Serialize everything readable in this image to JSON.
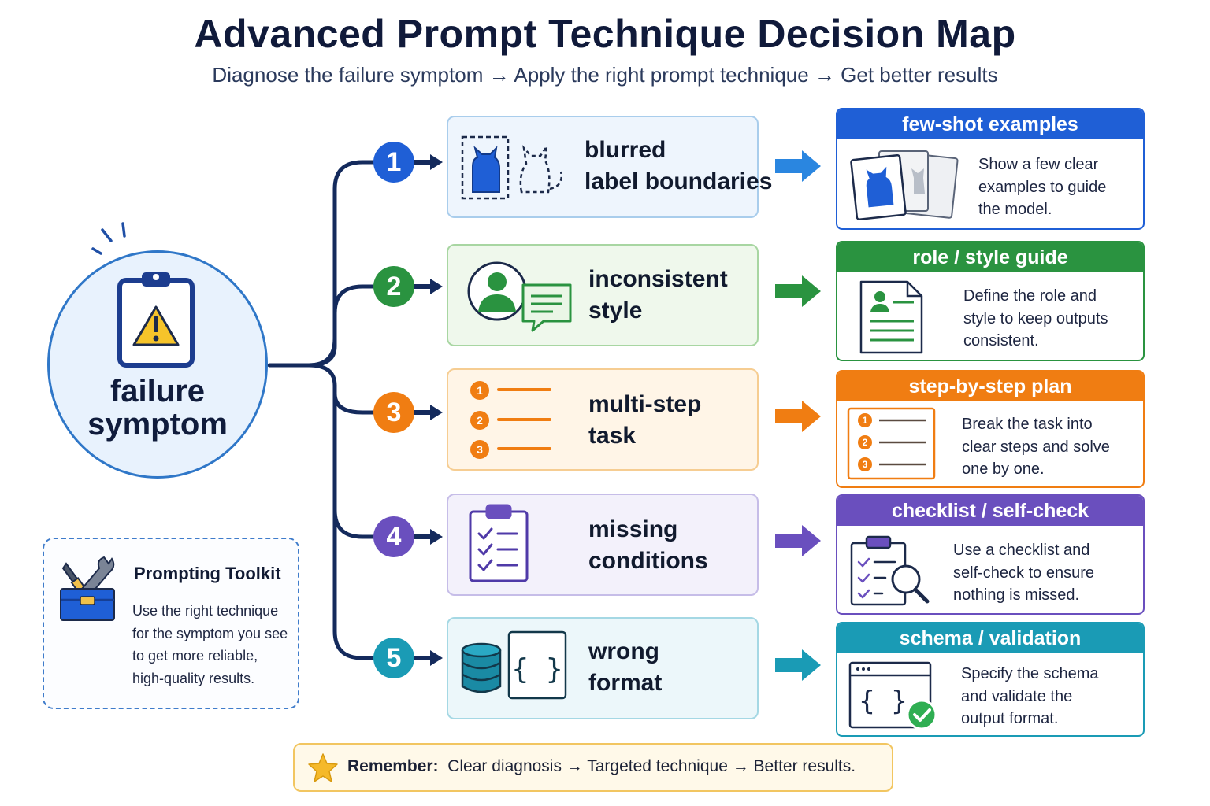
{
  "header": {
    "title": "Advanced Prompt Technique Decision Map",
    "subtitle": "Diagnose the failure symptom → Apply the right prompt technique → Get better results"
  },
  "root": {
    "line1": "failure",
    "line2": "symptom",
    "icon": "clipboard-warning-icon"
  },
  "rows": [
    {
      "number": "1",
      "color": "#1f5fd6",
      "card_bg": "#eef5fd",
      "card_border": "#a9cdec",
      "symptom_line1": "blurred",
      "symptom_line2": "label boundaries",
      "symptom_icon": "cat-boundary-icon",
      "technique": "few-shot examples",
      "technique_icon": "example-cards-icon",
      "desc_line1": "Show a few clear",
      "desc_line2": "examples to guide",
      "desc_line3": "the model."
    },
    {
      "number": "2",
      "color": "#2a9340",
      "card_bg": "#eff8ec",
      "card_border": "#a8d6a2",
      "symptom_line1": "inconsistent",
      "symptom_line2": "style",
      "symptom_icon": "user-chat-icon",
      "technique": "role / style guide",
      "technique_icon": "profile-document-icon",
      "desc_line1": "Define the role and",
      "desc_line2": "style to keep outputs",
      "desc_line3": "consistent."
    },
    {
      "number": "3",
      "color": "#f07d12",
      "card_bg": "#fff5e7",
      "card_border": "#f6cd92",
      "symptom_line1": "multi-step",
      "symptom_line2": "task",
      "symptom_icon": "numbered-list-icon",
      "technique": "step-by-step plan",
      "technique_icon": "numbered-plan-icon",
      "desc_line1": "Break the task into",
      "desc_line2": "clear steps and solve",
      "desc_line3": "one by one."
    },
    {
      "number": "4",
      "color": "#6a4fbe",
      "card_bg": "#f3f1fb",
      "card_border": "#c6bde8",
      "symptom_line1": "missing",
      "symptom_line2": "conditions",
      "symptom_icon": "checklist-icon",
      "technique": "checklist / self-check",
      "technique_icon": "checklist-search-icon",
      "desc_line1": "Use a checklist and",
      "desc_line2": "self-check to ensure",
      "desc_line3": "nothing is missed."
    },
    {
      "number": "5",
      "color": "#1a9bb5",
      "card_bg": "#ecf7fa",
      "card_border": "#a5d8e4",
      "symptom_line1": "wrong",
      "symptom_line2": "format",
      "symptom_icon": "database-braces-icon",
      "technique": "schema / validation",
      "technique_icon": "code-window-check-icon",
      "desc_line1": "Specify the schema",
      "desc_line2": "and validate the",
      "desc_line3": "output format."
    }
  ],
  "toolkit": {
    "title": "Prompting Toolkit",
    "line1": "Use the right technique",
    "line2": "for the symptom you see",
    "line3": "to get more reliable,",
    "line4": "high-quality results.",
    "icon": "toolbox-icon"
  },
  "footer": {
    "label": "Remember:",
    "text": "Clear diagnosis → Targeted technique → Better results.",
    "icon": "star-icon"
  },
  "colors": {
    "connector": "#142a5c",
    "root_border": "#2f77c8",
    "root_fill": "#e8f2fd"
  }
}
